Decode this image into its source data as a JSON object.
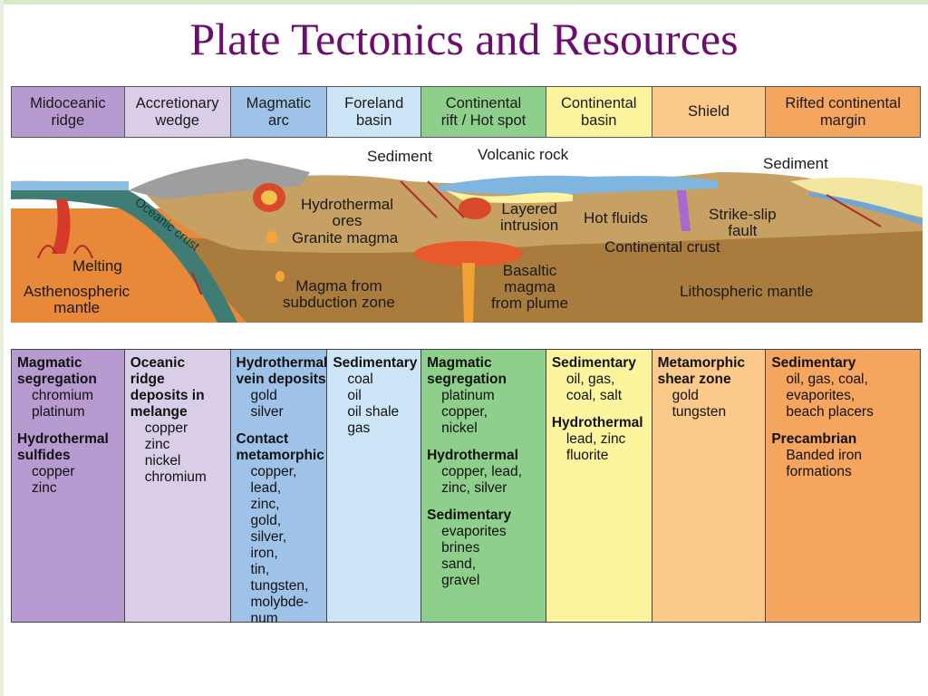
{
  "title": "Plate Tectonics and Resources",
  "settings": [
    {
      "label": "Midoceanic\nridge",
      "color": "#b69ad0"
    },
    {
      "label": "Accretionary\nwedge",
      "color": "#d9cde8"
    },
    {
      "label": "Magmatic\narc",
      "color": "#9fc3e8"
    },
    {
      "label": "Foreland\nbasin",
      "color": "#cde6f7"
    },
    {
      "label": "Continental\nrift / Hot spot",
      "color": "#8fcf8c"
    },
    {
      "label": "Continental\nbasin",
      "color": "#fdf59d"
    },
    {
      "label": "Shield",
      "color": "#fbc98a"
    },
    {
      "label": "Rifted continental\nmargin",
      "color": "#f5a55e"
    }
  ],
  "diagram_labels": {
    "sediment_left": "Sediment",
    "volcanic_rock": "Volcanic rock",
    "sediment_right": "Sediment",
    "hydrothermal_ores": "Hydrothermal\nores",
    "granite_magma": "Granite magma",
    "oceanic_crust": "Oceanic crust",
    "melting": "Melting",
    "asthenospheric_mantle": "Asthenospheric\nmantle",
    "magma_subduction": "Magma from\nsubduction zone",
    "layered_intrusion": "Layered\nintrusion",
    "hot_fluids": "Hot fluids",
    "strike_slip": "Strike-slip\nfault",
    "continental_crust": "Continental crust",
    "basaltic_magma": "Basaltic\nmagma\nfrom plume",
    "lithospheric_mantle": "Lithospheric mantle"
  },
  "resources": [
    {
      "groups": [
        {
          "heading": "Magmatic\nsegregation",
          "items": [
            "chromium",
            "platinum"
          ]
        },
        {
          "heading": "Hydrothermal\nsulfides",
          "items": [
            "copper",
            "zinc"
          ]
        }
      ]
    },
    {
      "groups": [
        {
          "heading": "Oceanic\nridge\ndeposits in\nmelange",
          "items": [
            "copper",
            "zinc",
            "nickel",
            "chromium"
          ]
        }
      ]
    },
    {
      "groups": [
        {
          "heading": "Hydrothermal\nvein deposits",
          "items": [
            "gold",
            "silver"
          ]
        },
        {
          "heading": "Contact\nmetamorphic",
          "items": [
            "copper,",
            "lead,",
            "zinc,",
            "gold,",
            "silver,",
            "iron,",
            "tin,",
            "tungsten,",
            "molybde-",
            "num"
          ]
        }
      ]
    },
    {
      "groups": [
        {
          "heading": "Sedimentary",
          "items": [
            "coal",
            "oil",
            "oil shale",
            "gas"
          ]
        }
      ]
    },
    {
      "groups": [
        {
          "heading": "Magmatic\nsegregation",
          "items": [
            "platinum",
            "copper,",
            "nickel"
          ]
        },
        {
          "heading": "Hydrothermal",
          "items": [
            "copper, lead,",
            "zinc, silver"
          ]
        },
        {
          "heading": "Sedimentary",
          "items": [
            "evaporites",
            "brines",
            "sand,",
            "gravel"
          ]
        }
      ]
    },
    {
      "groups": [
        {
          "heading": "Sedimentary",
          "items": [
            "oil, gas,",
            "coal, salt"
          ]
        },
        {
          "heading": "Hydrothermal",
          "items": [
            "lead, zinc",
            "fluorite"
          ]
        }
      ]
    },
    {
      "groups": [
        {
          "heading": "Metamorphic\nshear zone",
          "items": [
            "gold",
            "tungsten"
          ]
        }
      ]
    },
    {
      "groups": [
        {
          "heading": "Sedimentary",
          "items": [
            "oil, gas, coal,",
            "evaporites,",
            "beach placers"
          ]
        },
        {
          "heading": "Precambrian",
          "items": [
            "Banded iron",
            "formations"
          ]
        }
      ]
    }
  ]
}
